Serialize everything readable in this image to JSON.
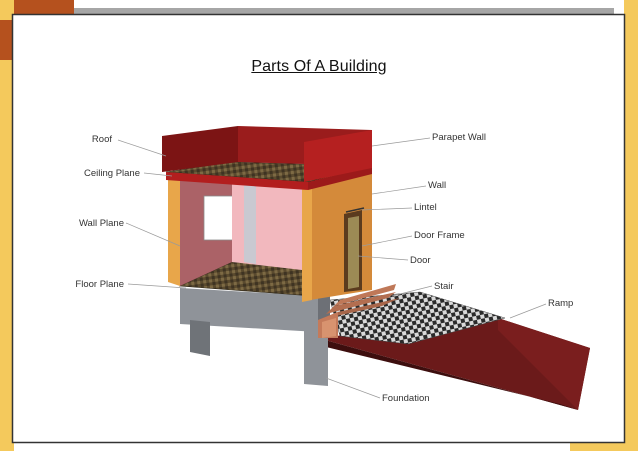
{
  "title": "Parts Of A Building",
  "labels": {
    "roof": "Roof",
    "ceiling_plane": "Ceiling Plane",
    "wall_plane": "Wall Plane",
    "floor_plane": "Floor Plane",
    "parapet_wall": "Parapet Wall",
    "wall": "Wall",
    "lintel": "Lintel",
    "door_frame": "Door Frame",
    "door": "Door",
    "stair": "Stair",
    "ramp": "Ramp",
    "foundation": "Foundation"
  },
  "colors": {
    "frame_border": "#333333",
    "accent_orange": "#b5511e",
    "accent_yellow": "#f4c95c",
    "top_bar_gray": "#a6a6a6",
    "roof_red": "#8a1616",
    "wall_orange": "#d48a3a",
    "ramp_maroon": "#6b1a1a",
    "foundation_gray": "#8f9399"
  }
}
